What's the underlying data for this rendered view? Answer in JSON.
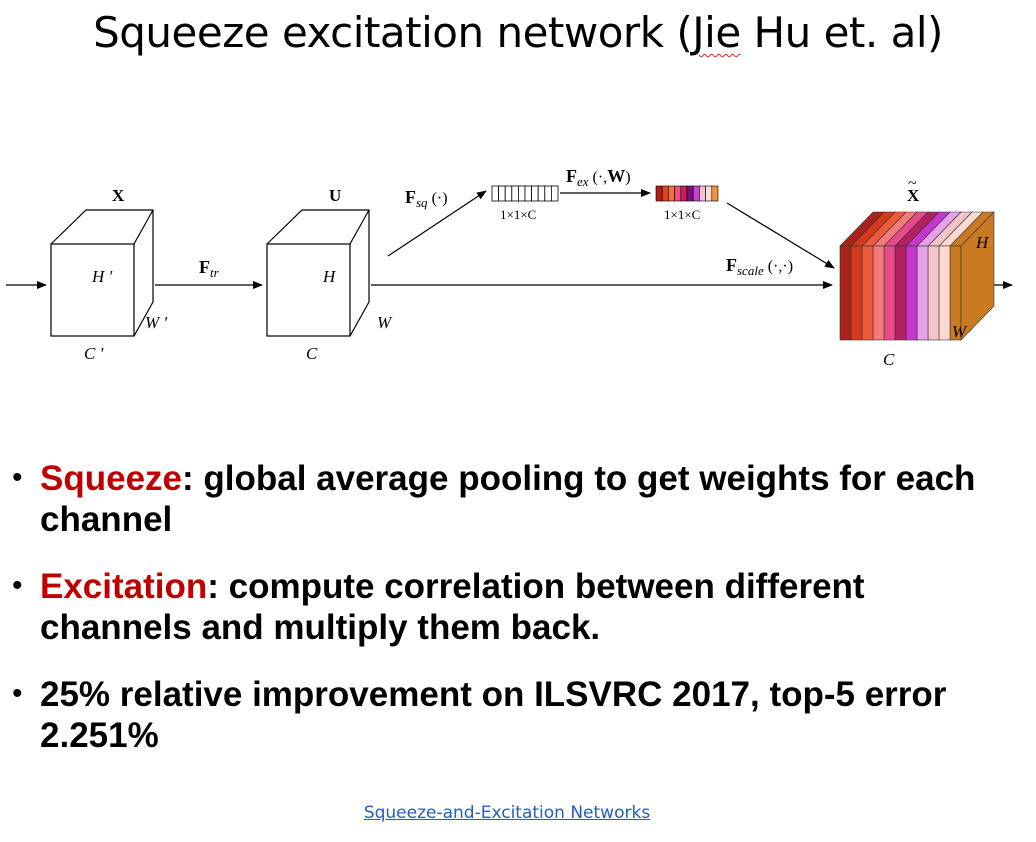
{
  "slide": {
    "title_pre": "Squeeze excitation network (",
    "title_jie": "Jie",
    "title_post": " Hu et. al)"
  },
  "diagram": {
    "label_x": "X",
    "label_u": "U",
    "label_xtilde": "X",
    "tilde_mark": "~",
    "h_prime": "H '",
    "w_prime": "W '",
    "c_prime": "C '",
    "h": "H",
    "w": "W",
    "c": "C",
    "f_bold": "F",
    "f_tr_sub": "tr",
    "f_sq_sub": "sq",
    "f_sq_arg": "(·)",
    "f_ex_sub": "ex",
    "f_ex_arg_open": "(·,",
    "f_ex_arg_w": "W",
    "f_ex_arg_close": ")",
    "f_scale_sub": "scale",
    "f_scale_arg": "(·,·)",
    "vec_dim_1": "1×1×C",
    "vec_dim_2": "1×1×C",
    "excited_colors": [
      "#b11d1d",
      "#e2421d",
      "#f0753a",
      "#e85080",
      "#c81f5a",
      "#7a0f80",
      "#cc3fd6",
      "#f3c2cc",
      "#f9dcd4",
      "#f39235"
    ],
    "output_slice_colors": [
      "#a8241a",
      "#d63a1d",
      "#ee5a3a",
      "#f27a78",
      "#e8498a",
      "#b42060",
      "#c836d0",
      "#e6a0ea",
      "#f5c4c8",
      "#ffd8d0",
      "#c97a22"
    ]
  },
  "bullets": [
    {
      "highlight": "Squeeze",
      "text": ":  global average pooling to get weights for each channel"
    },
    {
      "highlight": "Excitation",
      "text": ": compute correlation between different channels and multiply them back."
    },
    {
      "highlight": "",
      "text": "25% relative improvement on ILSVRC 2017, top-5 error 2.251%"
    }
  ],
  "footer": {
    "link_text": "Squeeze-and-Excitation Networks"
  }
}
